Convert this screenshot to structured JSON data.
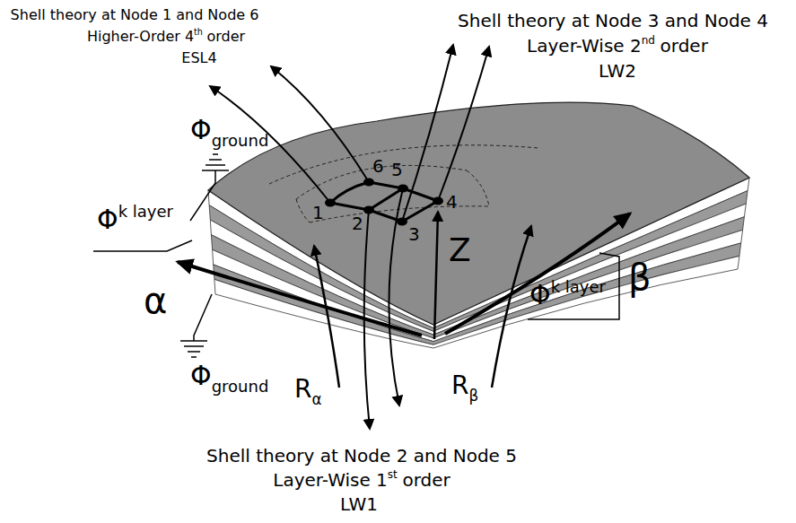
{
  "diagram": {
    "labels": [
      "Shell theory at Node 1 and Node 6",
      "Higher-Order 4",
      "th",
      "order",
      "ESL4",
      "Shell theory at Node 3 and Node 4",
      "Layer-Wise 2",
      "nd",
      "order",
      "LW2",
      "Φ",
      "ground",
      "Φ",
      "k layer",
      "Φ",
      "ground",
      "Φ",
      "k layer",
      "α",
      "β",
      "R",
      "α",
      "R",
      "β",
      "Z",
      "1",
      "2",
      "3",
      "4",
      "5",
      "6",
      "Shell theory at Node 2 and Node 5",
      "Layer-Wise 1",
      "st",
      "order",
      "LW1"
    ]
  }
}
